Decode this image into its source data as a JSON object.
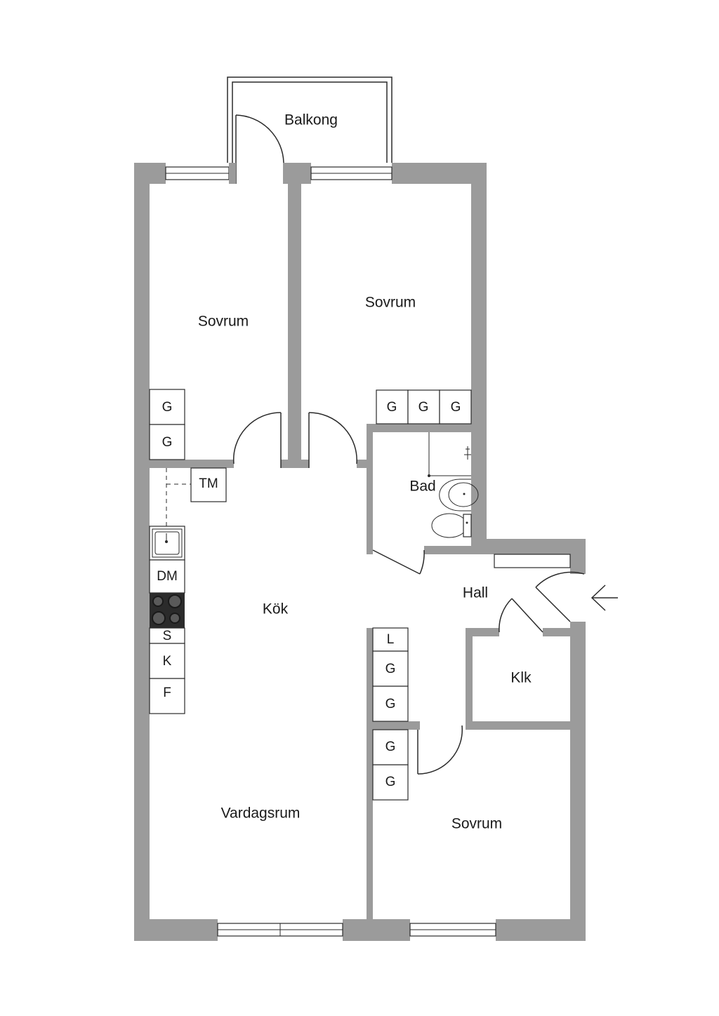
{
  "plan": {
    "rooms": {
      "balcony": "Balkong",
      "bedroom_left": "Sovrum",
      "bedroom_right": "Sovrum",
      "bathroom": "Bad",
      "kitchen": "Kök",
      "hall": "Hall",
      "closet": "Klk",
      "living_room": "Vardagsrum",
      "bedroom_bottom": "Sovrum"
    },
    "cabinets": {
      "g": "G",
      "tm": "TM",
      "dm": "DM",
      "s": "S",
      "k": "K",
      "f": "F",
      "l": "L"
    },
    "colors": {
      "wall": "#9b9b9b",
      "line": "#2a2a2a",
      "background": "#ffffff"
    },
    "icons": [
      "entrance-arrow-icon",
      "stove-icon",
      "sink-icon",
      "toilet-icon",
      "washbasin-icon",
      "shower-icon"
    ]
  }
}
